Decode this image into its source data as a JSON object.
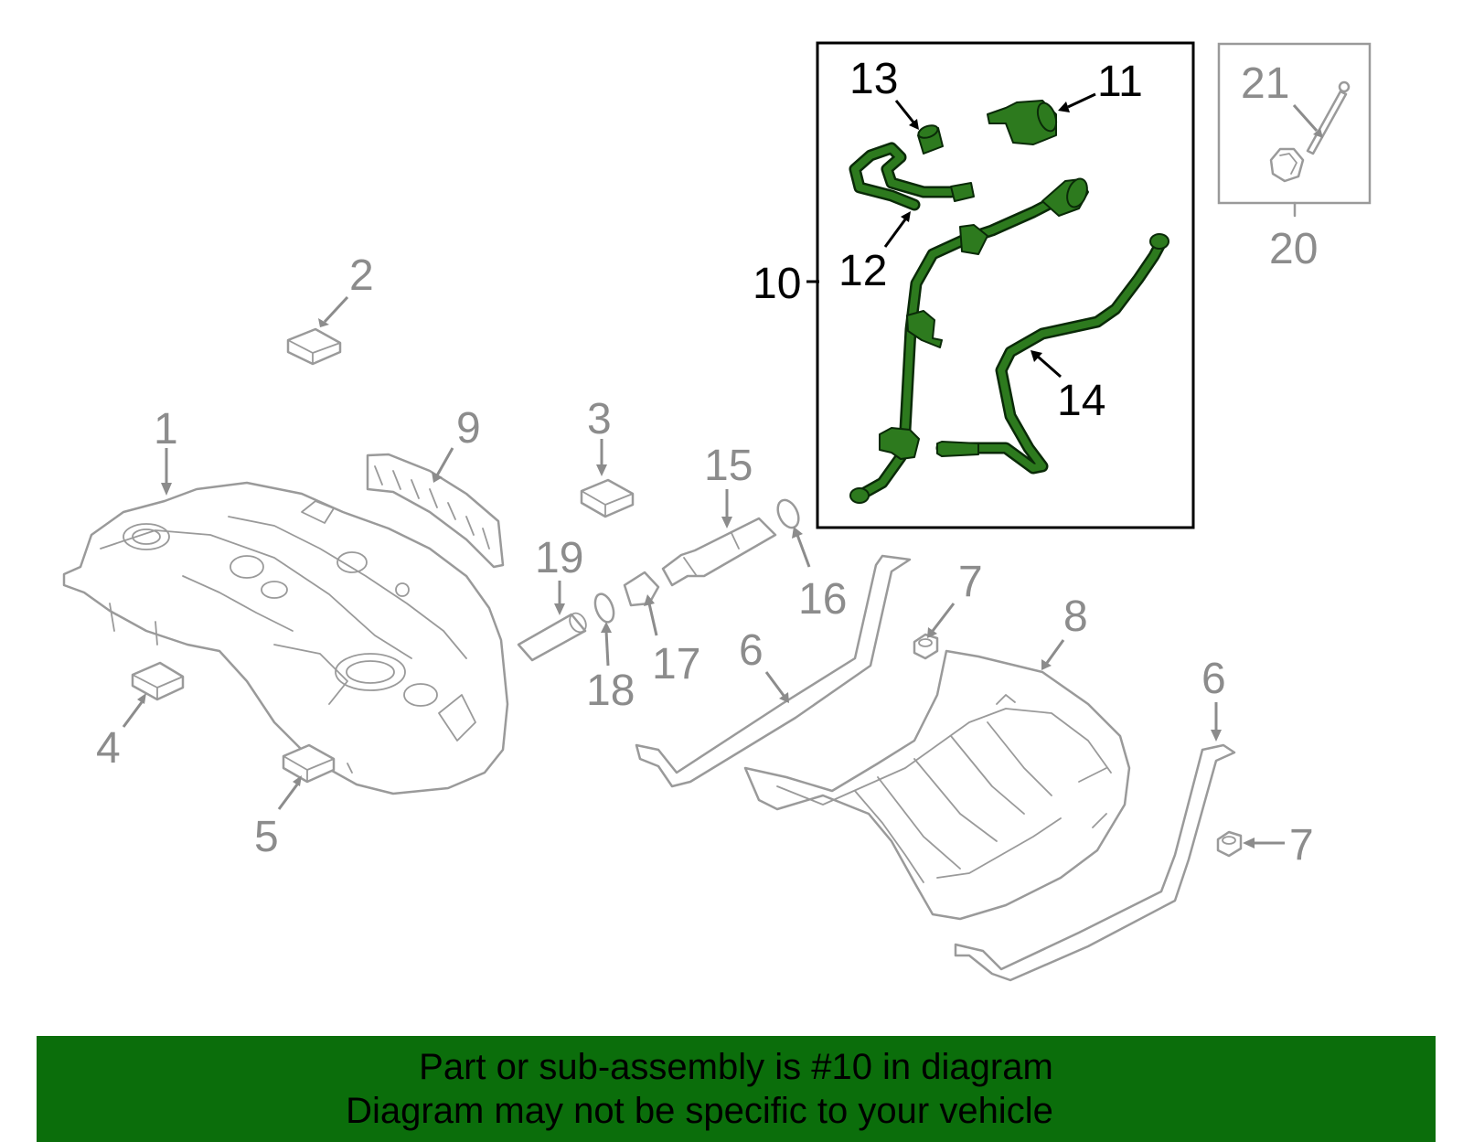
{
  "callouts": {
    "c1": "1",
    "c2": "2",
    "c3": "3",
    "c4": "4",
    "c5": "5",
    "c6a": "6",
    "c6b": "6",
    "c7a": "7",
    "c7b": "7",
    "c8": "8",
    "c9": "9",
    "c10": "10",
    "c11": "11",
    "c12": "12",
    "c13": "13",
    "c14": "14",
    "c15": "15",
    "c16": "16",
    "c17": "17",
    "c18": "18",
    "c19": "19",
    "c20": "20",
    "c21": "21"
  },
  "highlight": {
    "part_number": "10",
    "color": "#2d7a1e",
    "box_border": "#000000"
  },
  "colors": {
    "gray_linework": "#9a9a9a",
    "gray_labels": "#8c8c8c",
    "banner_bg": "#0b6e0b",
    "banner_text": "#000000"
  },
  "banner": {
    "line1": "Part or sub-assembly is #10 in diagram",
    "line2": "Diagram may not be specific to your vehicle"
  }
}
